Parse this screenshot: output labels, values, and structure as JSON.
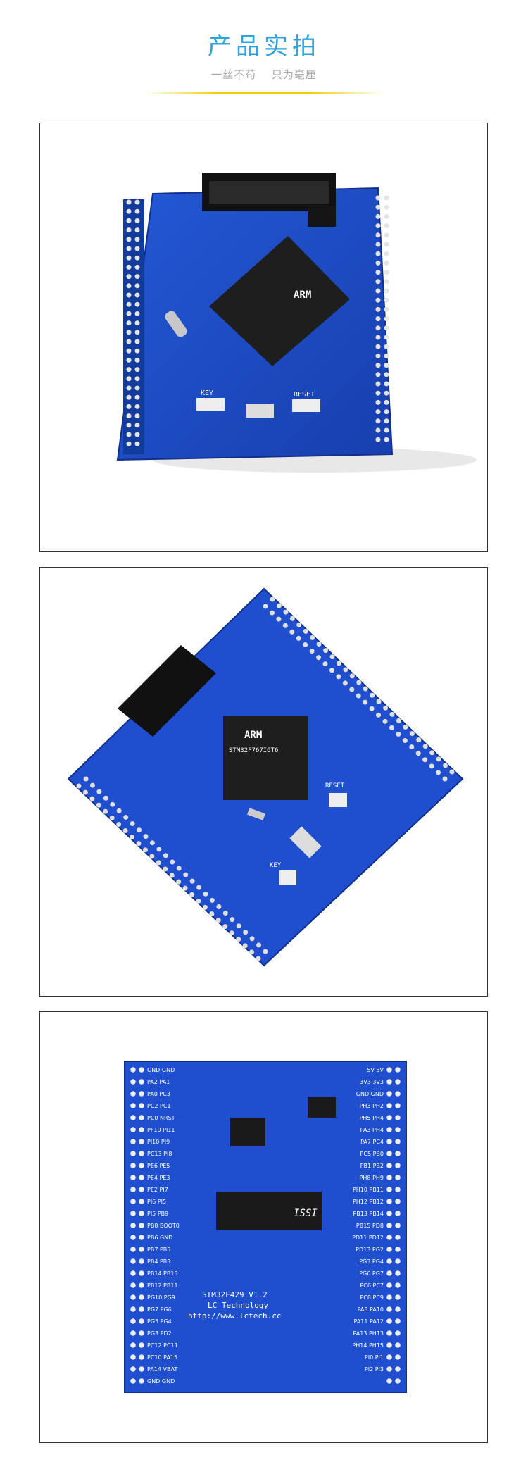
{
  "header": {
    "title": "产品实拍",
    "subtitle_left": "一丝不苟",
    "subtitle_right": "只为毫厘"
  },
  "photos": [
    {
      "board_texts": {
        "chip_brand": "ARM",
        "key": "KEY",
        "reset": "RESET"
      }
    },
    {
      "board_texts": {
        "chip_brand": "ARM",
        "chip_model": "STM32F767IGT6",
        "key": "KEY",
        "reset": "RESET"
      }
    },
    {
      "board_texts": {
        "board_name": "STM32F429_V1.2",
        "company": "LC Technology",
        "url": "http://www.lctech.cc",
        "sdram_brand": "ISSI"
      },
      "left_pins": [
        "GND GND",
        "PA2 PA1",
        "PA0 PC3",
        "PC2 PC1",
        "PC0 NRST",
        "PF10 PI11",
        "PI10 PI9",
        "PC13 PI8",
        "PE6 PE5",
        "PE4 PE3",
        "PE2 PI7",
        "PI6 PI5",
        "PI5 PB9",
        "PB8 BOOT0",
        "PB6 GND",
        "PB7 PB5",
        "PB4 PB3",
        "PB14 PB13",
        "PB12 PB11",
        "PG10 PG9",
        "PG7 PG6",
        "PG5 PG4",
        "PG3 PD2",
        "PC12 PC11",
        "PC10 PA15",
        "PA14 VBAT",
        "GND GND"
      ],
      "right_pins": [
        "5V 5V",
        "3V3 3V3",
        "GND GND",
        "PH3 PH2",
        "PH5 PH4",
        "PA3 PH4",
        "PA7 PC4",
        "PC5 PB0",
        "PB1 PB2",
        "PH8 PH9",
        "PH10 PB11",
        "PH12 PB12",
        "PB13 PB14",
        "PB15 PD8",
        "PD11 PD12",
        "PD13 PG2",
        "PG3 PG4",
        "PG6 PG7",
        "PC6 PC7",
        "PC8 PC9",
        "PA8 PA10",
        "PA11 PA12",
        "PA13 PH13",
        "PH14 PH15",
        "PI0 PI1",
        "PI2 PI3"
      ]
    }
  ],
  "colors": {
    "title": "#2aa3e0",
    "subtitle": "#a8a8a8",
    "rule": "#f4cf00",
    "pcb": "#1a4fc7",
    "frame_border": "#333333"
  }
}
